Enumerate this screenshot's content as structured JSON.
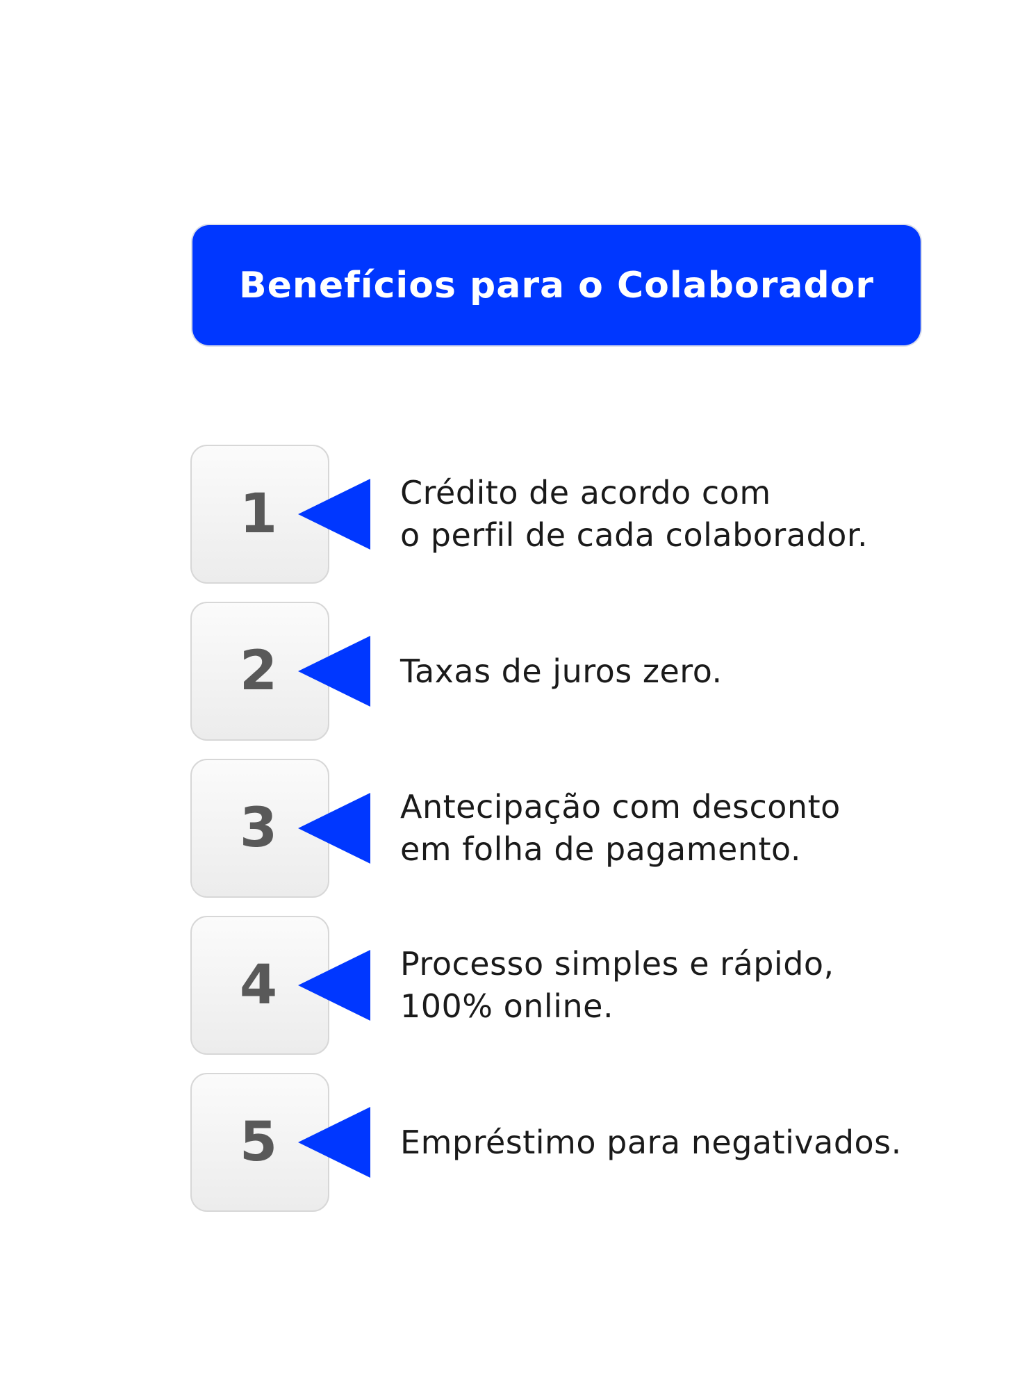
{
  "header": {
    "title": "Benefícios para o Colaborador"
  },
  "colors": {
    "accent": "#0037ff",
    "number_text": "#595959",
    "body_text": "#1a1a1a"
  },
  "items": [
    {
      "number": "1",
      "lines": [
        "Crédito de acordo com",
        "o perfil de cada colaborador."
      ]
    },
    {
      "number": "2",
      "lines": [
        "Taxas de juros zero."
      ]
    },
    {
      "number": "3",
      "lines": [
        "Antecipação com desconto",
        "em folha de pagamento."
      ]
    },
    {
      "number": "4",
      "lines": [
        "Processo simples e rápido,",
        "100% online."
      ]
    },
    {
      "number": "5",
      "lines": [
        "Empréstimo para negativados."
      ]
    }
  ]
}
